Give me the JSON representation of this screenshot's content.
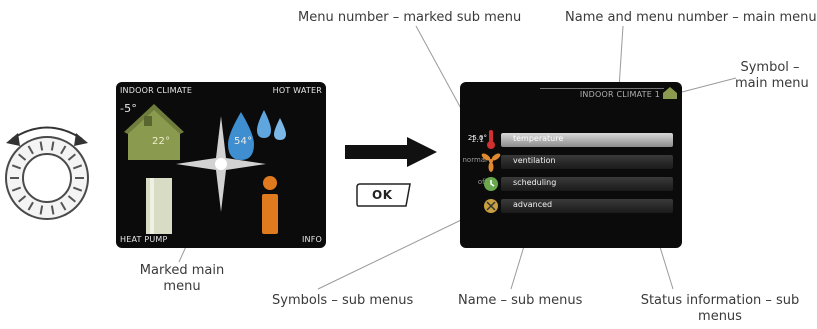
{
  "callouts": {
    "menu_number": "Menu number – marked sub menu",
    "name_main": "Name and menu number – main menu",
    "symbol_main_1": "Symbol –",
    "symbol_main_2": "main menu",
    "marked_main_1": "Marked main",
    "marked_main_2": "menu",
    "symbols_sub": "Symbols – sub menus",
    "name_sub": "Name – sub menus",
    "status_1": "Status information – sub",
    "status_2": "menus"
  },
  "main_screen": {
    "indoor_climate": "INDOOR CLIMATE",
    "hot_water": "HOT WATER",
    "heat_pump": "HEAT PUMP",
    "info": "INFO",
    "outdoor_temp": "-5°",
    "indoor_temp": "22°",
    "water_temp": "54°"
  },
  "sub_screen": {
    "header": "INDOOR CLIMATE 1",
    "menu_number": "1.1",
    "rows": [
      {
        "label": "temperature",
        "status": "25.0°",
        "icon": "thermometer-icon"
      },
      {
        "label": "ventilation",
        "status": "normal",
        "icon": "fan-icon"
      },
      {
        "label": "scheduling",
        "status": "off",
        "icon": "clock-icon"
      },
      {
        "label": "advanced",
        "status": "",
        "icon": "tools-icon"
      }
    ]
  },
  "ok_button": "OK",
  "colors": {
    "screen_bg": "#0b0b0b",
    "house": "#8a9a4e",
    "water": "#3f8fd0",
    "info": "#e07a1e",
    "thermometer": "#d03030",
    "fan": "#e08a30",
    "clock": "#6aa84f",
    "tools": "#c8a040"
  }
}
